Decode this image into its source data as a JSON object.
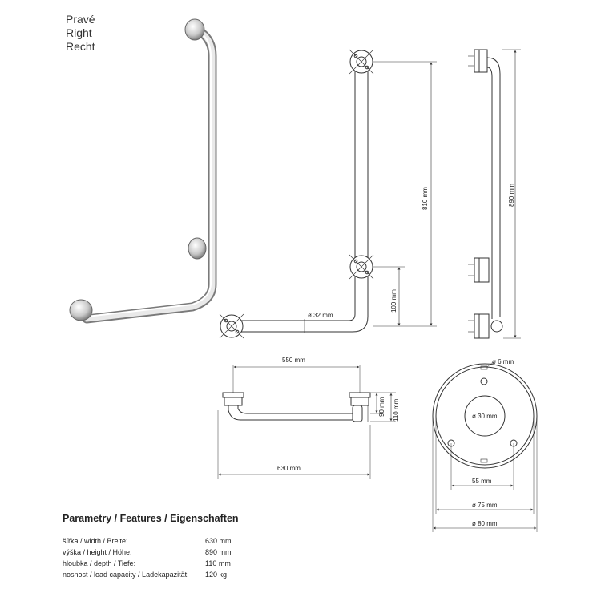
{
  "side_labels": [
    "Pravé",
    "Right",
    "Recht"
  ],
  "dimensions": {
    "d32": "ø 32 mm",
    "h810": "810 mm",
    "h890": "890 mm",
    "h100": "100 mm",
    "w550": "550 mm",
    "w630": "630 mm",
    "d90": "90 mm",
    "d110": "110 mm",
    "d6": "ø 6 mm",
    "d30": "ø 30 mm",
    "w55": "55 mm",
    "d75": "ø 75 mm",
    "d80": "ø 80 mm"
  },
  "parameters": {
    "title": "Parametry / Features / Eigenschaften",
    "rows": [
      {
        "label": "šířka / width / Breite:",
        "value": "630 mm"
      },
      {
        "label": "výška / height / Höhe:",
        "value": "890 mm"
      },
      {
        "label": "hloubka / depth / Tiefe:",
        "value": "110 mm"
      },
      {
        "label": "nosnost / load capacity / Ladekapazität:",
        "value": "120 kg"
      }
    ]
  },
  "colors": {
    "line": "#333333",
    "chrome_light": "#f4f4f4",
    "chrome_dark": "#9a9a9a"
  }
}
